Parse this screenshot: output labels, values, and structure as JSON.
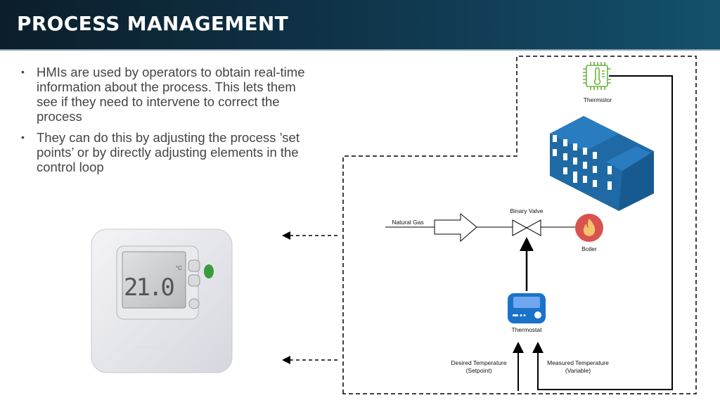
{
  "header": {
    "title": "PROCESS MANAGEMENT"
  },
  "bullets": [
    "HMIs are used by operators to obtain real-time information about the process. This lets them see if they need to intervene to correct the process",
    "They can do this by adjusting the process ’set points’ or by directly adjusting elements in the control loop"
  ],
  "device": {
    "display": "21.0",
    "unit": "°C",
    "brand": "Honeywell"
  },
  "diagram": {
    "natural_gas": "Natural Gas",
    "valve": "Binary Valve",
    "boiler": "Boiler",
    "thermostat": "Thermostat",
    "thermistor": "Thermistor",
    "setpoint": [
      "Desired Temperature",
      "(Setpoint)"
    ],
    "variable": [
      "Measured Temperature",
      "(Variable)"
    ]
  },
  "colors": {
    "header": "#0f3247",
    "building": "#1f6aa5",
    "thermistor": "#6cb33e",
    "boiler": "#d9534f",
    "thermostat": "#1a73c9"
  }
}
